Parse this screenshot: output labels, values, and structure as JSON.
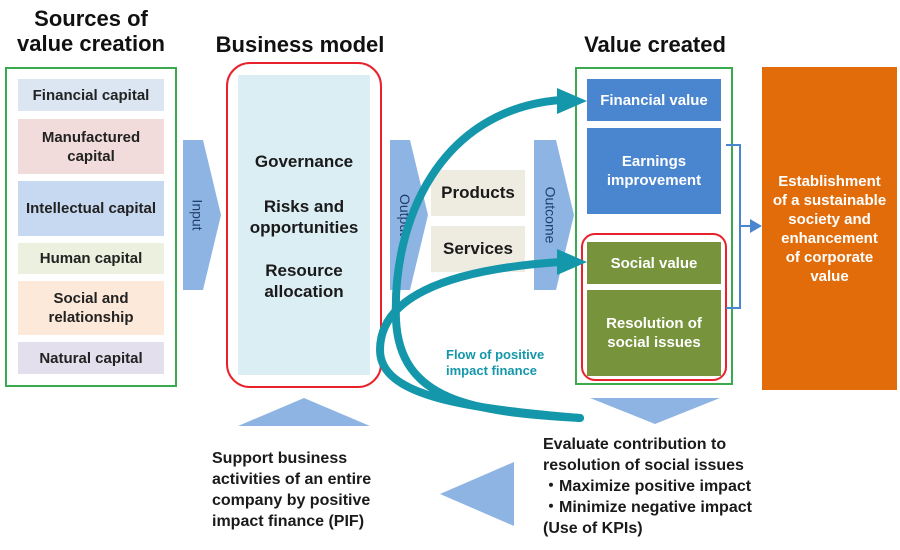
{
  "headers": {
    "sources": "Sources of\nvalue creation",
    "business_model": "Business model",
    "value_created": "Value created"
  },
  "capitals": [
    {
      "label": "Financial capital",
      "color": "#dce6f2"
    },
    {
      "label": "Manufactured capital",
      "color": "#f2dcdb"
    },
    {
      "label": "Intellectual capital",
      "color": "#c6d9f1"
    },
    {
      "label": "Human capital",
      "color": "#ebf1de"
    },
    {
      "label": "Social and relationship",
      "color": "#fde9d9"
    },
    {
      "label": "Natural capital",
      "color": "#e4dfec"
    }
  ],
  "flow_labels": {
    "input": "Input",
    "output": "Output",
    "outcome": "Outcome"
  },
  "business_model": {
    "items": [
      "Governance",
      "Risks and opportunities",
      "Resource allocation"
    ]
  },
  "outputs": [
    "Products",
    "Services"
  ],
  "value": {
    "financial": "Financial value",
    "earnings": "Earnings improvement",
    "social": "Social value",
    "resolution": "Resolution of social issues"
  },
  "sustainable": "Establishment of a sustainable society and enhancement of corporate value",
  "pif_flow_label": "Flow of positive\nimpact finance",
  "support_text": "Support business\nactivities of an entire\ncompany by positive\nimpact finance (PIF)",
  "evaluate_text": "Evaluate contribution to\nresolution of social issues\n・Maximize positive impact\n・Minimize negative impact\n(Use of KPIs)",
  "colors": {
    "green_border": "#3aaa4f",
    "red_border": "#e8212a",
    "blue_box": "#4a86cf",
    "olive_box": "#77933c",
    "orange_box": "#e36c0a",
    "teal_arrow": "#1597ab",
    "arrow_blue": "#8eb4e3",
    "bm_fill": "#dbeef4",
    "output_fill": "#eeece1"
  }
}
